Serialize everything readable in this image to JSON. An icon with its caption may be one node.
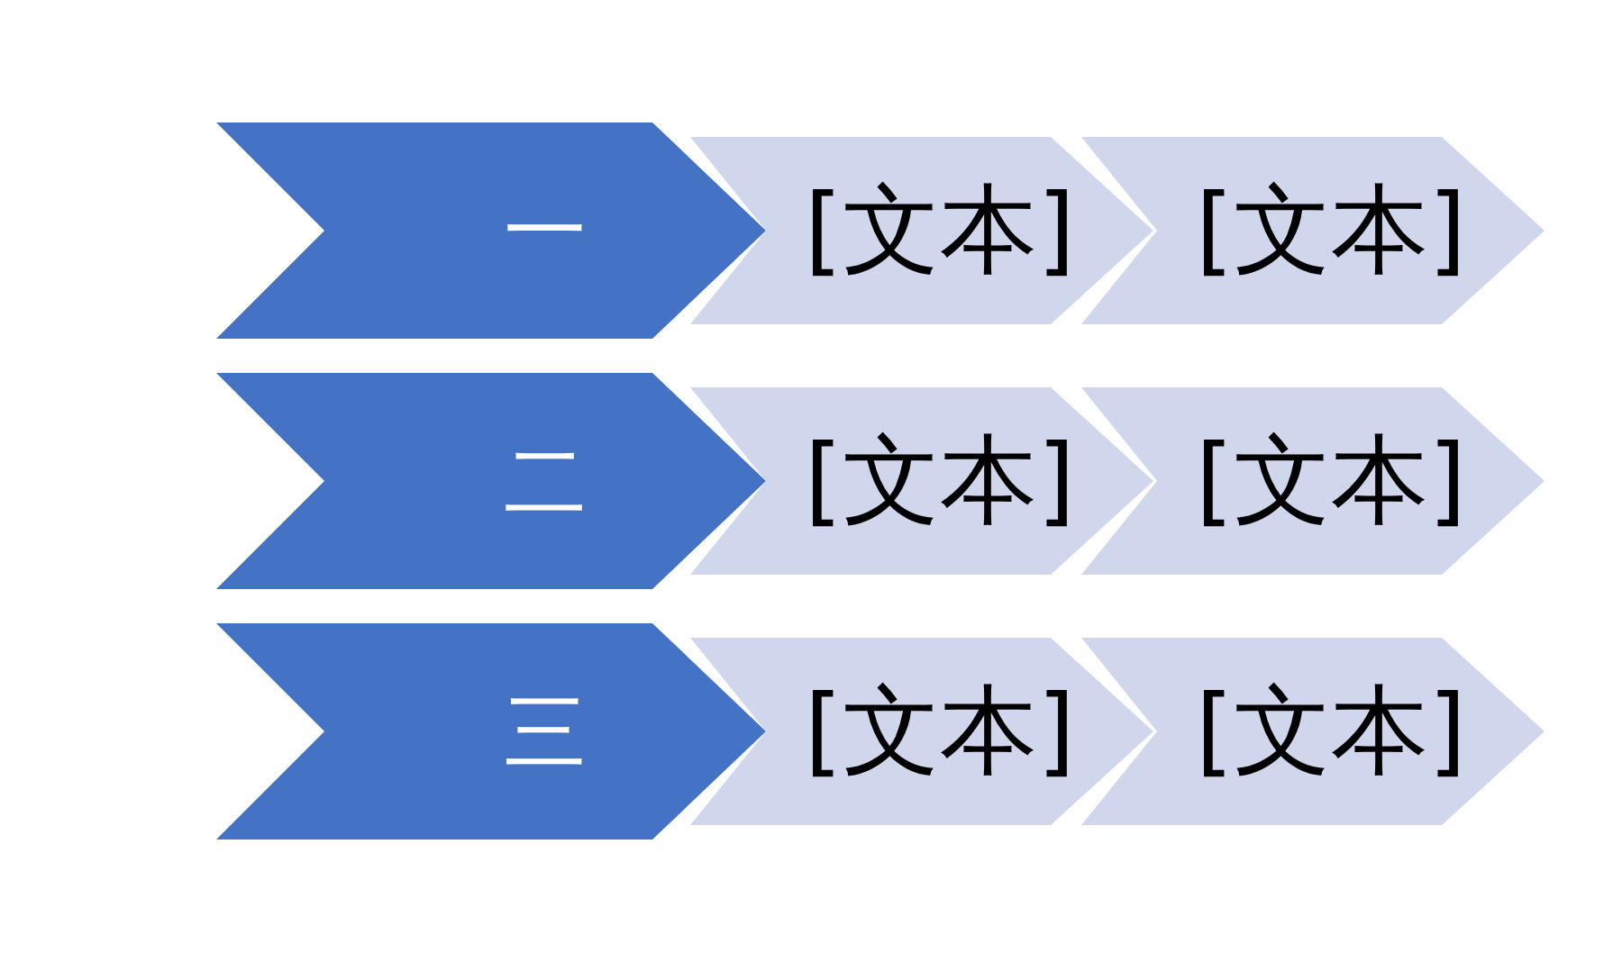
{
  "diagram": {
    "nodes": [
      {
        "text": [
          "一"
        ]
      },
      {
        "text": [
          "[文本]"
        ]
      },
      {
        "text": [
          "[文本]"
        ]
      },
      {
        "text": [
          "二"
        ]
      },
      {
        "text": [
          "[文本]"
        ]
      },
      {
        "text": [
          "[文本]"
        ]
      },
      {
        "text": [
          "三"
        ]
      },
      {
        "text": [
          "[文本]"
        ]
      },
      {
        "text": [
          "[文本]"
        ]
      }
    ]
  }
}
